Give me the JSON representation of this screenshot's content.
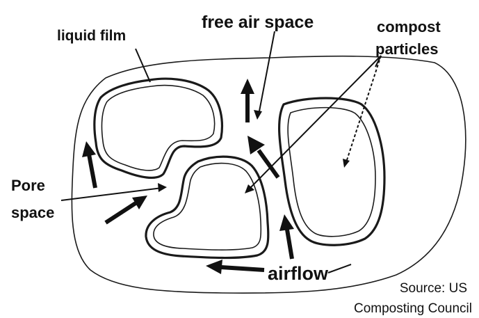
{
  "labels": {
    "liquid_film": "liquid film",
    "free_air_space": "free air space",
    "compost_line1": "compost",
    "compost_line2": "particles",
    "pore_line1": "Pore",
    "pore_line2": "space",
    "airflow": "airflow",
    "source_line1": "Source: US",
    "source_line2": "Composting Council"
  }
}
